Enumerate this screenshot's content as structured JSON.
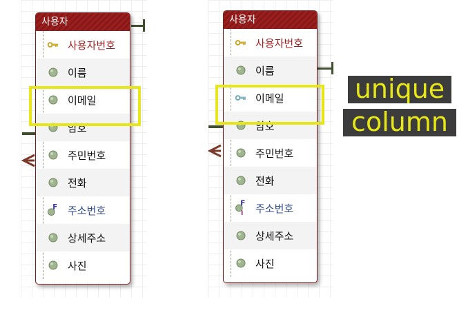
{
  "left_diagram": {
    "entity": {
      "title": "사용자",
      "columns": [
        {
          "label": "사용자번호",
          "kind": "pk",
          "icon": "primary-key-icon"
        },
        {
          "label": "이름",
          "kind": "normal",
          "icon": "column-dot-icon"
        },
        {
          "label": "이메일",
          "kind": "normal",
          "icon": "column-dot-icon"
        },
        {
          "label": "암호",
          "kind": "normal",
          "icon": "column-dot-icon"
        },
        {
          "label": "주민번호",
          "kind": "normal",
          "icon": "column-dot-icon"
        },
        {
          "label": "전화",
          "kind": "normal",
          "icon": "column-dot-icon"
        },
        {
          "label": "주소번호",
          "kind": "fk",
          "icon": "foreign-key-icon"
        },
        {
          "label": "상세주소",
          "kind": "normal",
          "icon": "column-dot-icon"
        },
        {
          "label": "사진",
          "kind": "normal",
          "icon": "column-dot-icon"
        }
      ]
    }
  },
  "right_diagram": {
    "entity": {
      "title": "사용자",
      "columns": [
        {
          "label": "사용자번호",
          "kind": "pk",
          "icon": "primary-key-icon"
        },
        {
          "label": "이름",
          "kind": "normal",
          "icon": "column-dot-icon"
        },
        {
          "label": "이메일",
          "kind": "unique",
          "icon": "unique-key-icon"
        },
        {
          "label": "암호",
          "kind": "normal",
          "icon": "column-dot-icon"
        },
        {
          "label": "주민번호",
          "kind": "normal",
          "icon": "column-dot-icon"
        },
        {
          "label": "전화",
          "kind": "normal",
          "icon": "column-dot-icon"
        },
        {
          "label": "주소번호",
          "kind": "fk",
          "icon": "foreign-key-index-icon"
        },
        {
          "label": "상세주소",
          "kind": "normal",
          "icon": "column-dot-icon"
        },
        {
          "label": "사진",
          "kind": "normal",
          "icon": "column-dot-icon"
        }
      ]
    }
  },
  "annotation": {
    "line1": "unique",
    "line2": "column"
  },
  "colors": {
    "header": "#9c1f1f",
    "highlight": "#e6e619",
    "note_bg": "#3c3c3c",
    "note_text": "#e6e619",
    "relationship": "#3f4f2e"
  }
}
